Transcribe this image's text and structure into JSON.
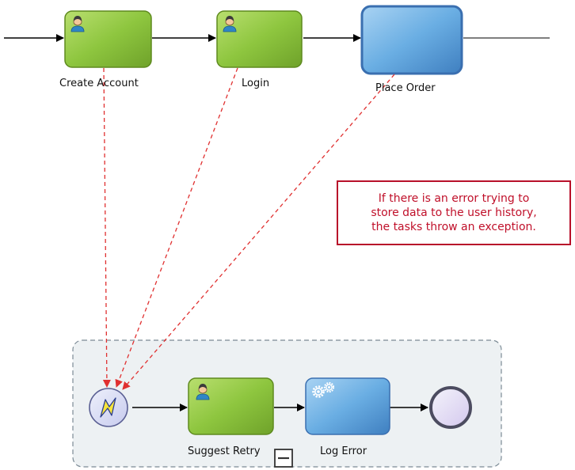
{
  "tasks": {
    "create_account": "Create Account",
    "login": "Login",
    "place_order": "Place Order",
    "suggest_retry": "Suggest Retry",
    "log_error": "Log Error"
  },
  "note": {
    "line1": "If there is an error trying to",
    "line2": "store data to the user history,",
    "line3": "the tasks throw an exception."
  },
  "icons": {
    "user_task": "user-icon",
    "service_task": "gears-icon",
    "error_event": "lightning-icon",
    "end_event": "end-event-icon",
    "collapse": "collapse-icon"
  },
  "colors": {
    "task_green": "#8ec63f",
    "task_blue": "#5b9bd5",
    "note_red": "#c0102a",
    "annotation_link": "#e03030"
  }
}
